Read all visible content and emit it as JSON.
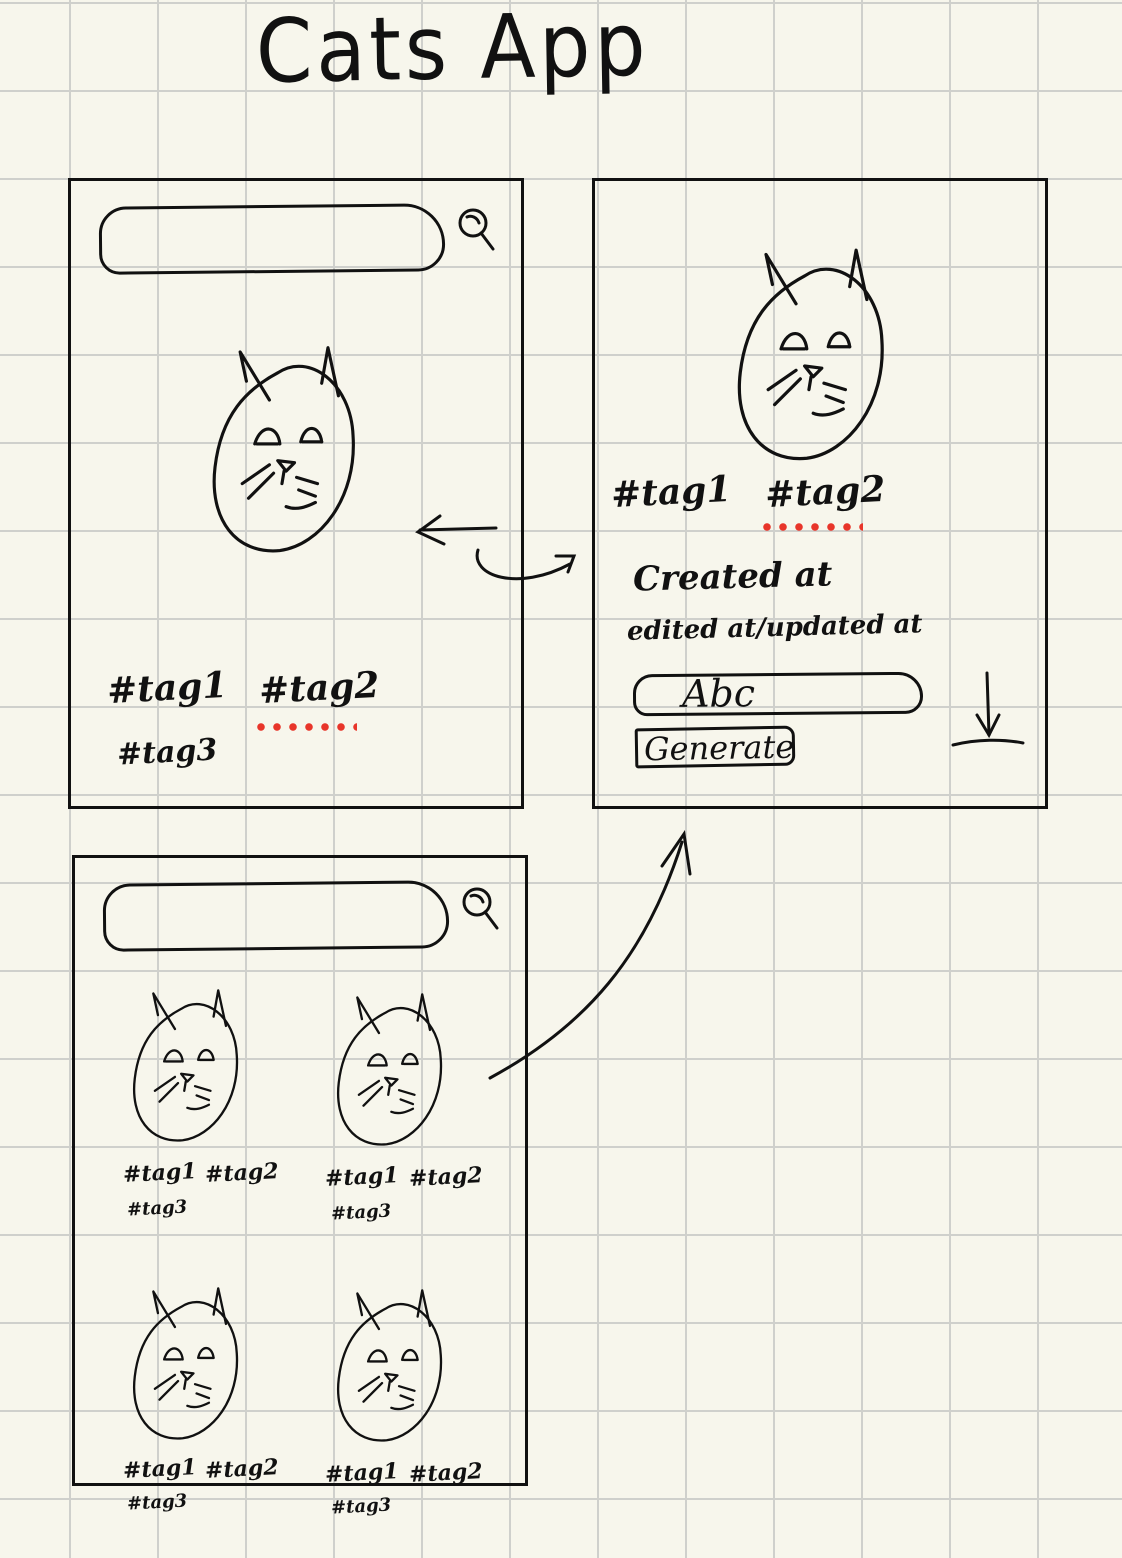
{
  "title": "Cats App",
  "icons": {
    "search": "search-icon",
    "cat": "cat-face-sketch",
    "download": "download-arrow-icon",
    "back": "back-arrow",
    "navigate": "navigate-arrow"
  },
  "colors": {
    "ink": "#111111",
    "paper": "#f7f6ec",
    "grid": "#cfd0cc",
    "tag_highlight_dots": "#e8352a"
  },
  "list_detail_screen": {
    "tags": [
      "#tag1",
      "#tag2",
      "#tag3"
    ]
  },
  "detail_screen": {
    "tags": [
      "#tag1",
      "#tag2"
    ],
    "created_label": "Created at",
    "edited_label": "edited at/updated at",
    "input_value": "Abc",
    "generate_label": "Generate"
  },
  "grid_screen": {
    "cards": [
      {
        "tags": [
          "#tag1",
          "#tag2",
          "#tag3"
        ]
      },
      {
        "tags": [
          "#tag1",
          "#tag2",
          "#tag3"
        ]
      },
      {
        "tags": [
          "#tag1",
          "#tag2",
          "#tag3"
        ]
      },
      {
        "tags": [
          "#tag1",
          "#tag2",
          "#tag3"
        ]
      }
    ]
  }
}
